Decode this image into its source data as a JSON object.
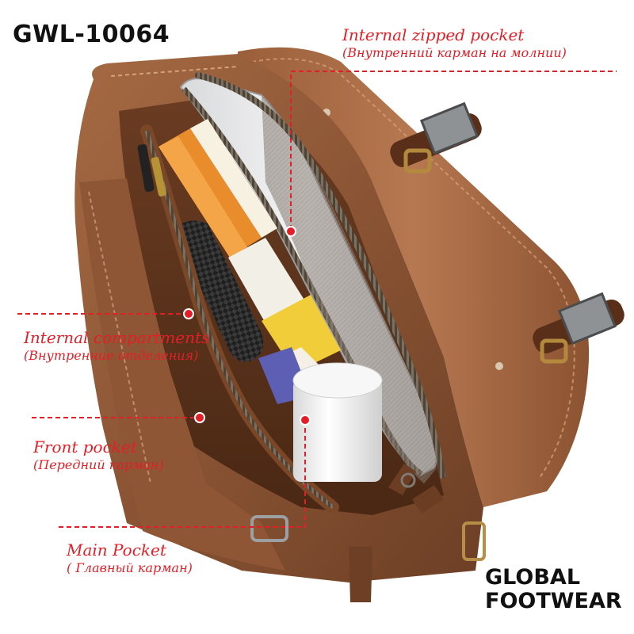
{
  "product": {
    "model_code": "GWL-10064"
  },
  "brand": {
    "line1": "GLOBAL",
    "line2": "FOOTWEAR"
  },
  "callouts": [
    {
      "en": "Internal zipped pocket",
      "ru": "(Внутренний карман на молнии)"
    },
    {
      "en": "Internal compartments",
      "ru": "(Внутренние отделения)"
    },
    {
      "en": "Front pocket",
      "ru": "(Передний карман)"
    },
    {
      "en": "Main Pocket",
      "ru": "( Главный карман)"
    }
  ],
  "colors": {
    "callout": "#e41e26",
    "leather": "#8a5434",
    "leather_dark": "#5e3620",
    "zipper": "#6b6152"
  }
}
